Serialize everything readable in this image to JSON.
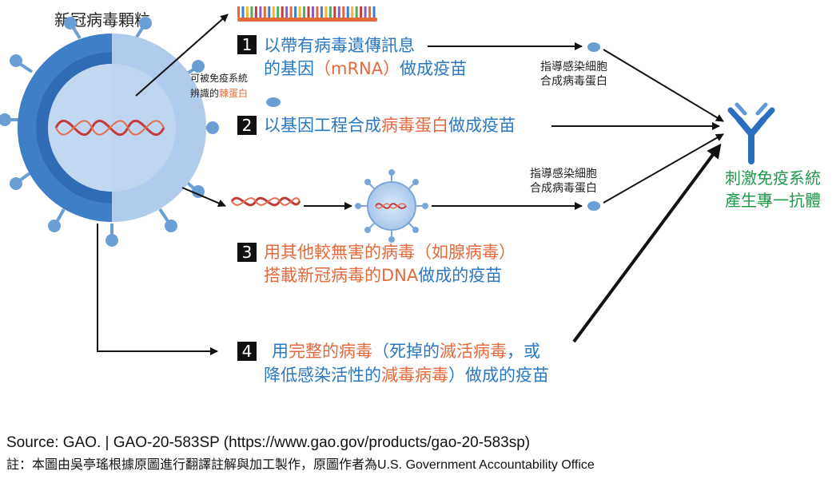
{
  "virus": {
    "title": "新冠病毒顆粒",
    "spike_note_line1": "可被免疫系統",
    "spike_note_line2_prefix": "辨識的",
    "spike_note_line2_highlight": "棘蛋白"
  },
  "steps": [
    {
      "number": "1",
      "line1": [
        {
          "text": "以帶有病毒遺傳訊息",
          "color": "blue"
        }
      ],
      "line2": [
        {
          "text": "的基因",
          "color": "blue"
        },
        {
          "text": "（mRNA）",
          "color": "orange"
        },
        {
          "text": "做成疫苗",
          "color": "blue"
        }
      ]
    },
    {
      "number": "2",
      "line1": [
        {
          "text": "以基因工程合成",
          "color": "blue"
        },
        {
          "text": "病毒蛋白",
          "color": "orange"
        },
        {
          "text": "做成疫苗",
          "color": "blue"
        }
      ]
    },
    {
      "number": "3",
      "line1": [
        {
          "text": "用其他較無害的病毒（如腺病毒）",
          "color": "orange"
        }
      ],
      "line2": [
        {
          "text": "搭載新冠病毒的DNA",
          "color": "orange"
        },
        {
          "text": "做成的疫苗",
          "color": "blue"
        }
      ]
    },
    {
      "number": "4",
      "line1": [
        {
          "text": "用",
          "color": "blue"
        },
        {
          "text": "完整的病毒",
          "color": "orange"
        },
        {
          "text": "（死掉的",
          "color": "blue"
        },
        {
          "text": "滅活病毒",
          "color": "orange"
        },
        {
          "text": "，或",
          "color": "blue"
        }
      ],
      "line2": [
        {
          "text": "降低感染活性的",
          "color": "blue"
        },
        {
          "text": "減毒病毒",
          "color": "orange"
        },
        {
          "text": "）做成的疫苗",
          "color": "blue"
        }
      ]
    }
  ],
  "guide_note": {
    "line1": "指導感染細胞",
    "line2": "合成病毒蛋白"
  },
  "result": {
    "line1": "刺激免疫系統",
    "line2": "產生專一抗體"
  },
  "footer": {
    "source": "Source: GAO.  |  GAO-20-583SP (https://www.gao.gov/products/gao-20-583sp)",
    "note": "註：本圖由吳亭瑤根據原圖進行翻譯註解與加工製作，原圖作者為U.S. Government Accountability Office"
  },
  "colors": {
    "blue": "#2a78c2",
    "orange": "#e46a3d",
    "green": "#1f9a4a",
    "virus_shell": "#4f8fd0",
    "virus_inner": "#a9c7ea",
    "antibody": "#2a6fbf"
  }
}
